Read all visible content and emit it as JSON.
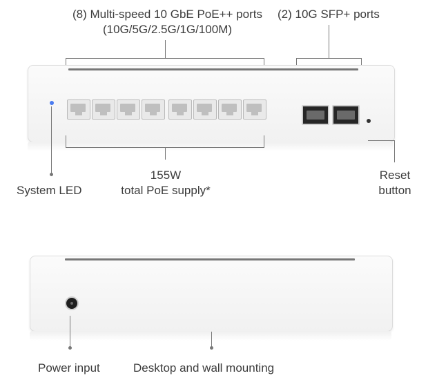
{
  "labels": {
    "rj45_ports_line1": "(8) Multi-speed 10 GbE PoE++ ports",
    "rj45_ports_line2": "(10G/5G/2.5G/1G/100M)",
    "sfp_ports": "(2) 10G SFP+ ports",
    "poe_budget_line1": "155W",
    "poe_budget_line2": "total PoE supply*",
    "system_led": "System LED",
    "reset_line1": "Reset",
    "reset_line2": "button",
    "power_input": "Power input",
    "mounting": "Desktop and wall mounting"
  },
  "colors": {
    "system_led": "#4a7bf0",
    "callout_line": "#777777"
  },
  "icons": [
    "rj45-port",
    "sfp-port",
    "dc-power-jack"
  ],
  "counts": {
    "rj45_ports": 8,
    "sfp_ports": 2
  }
}
